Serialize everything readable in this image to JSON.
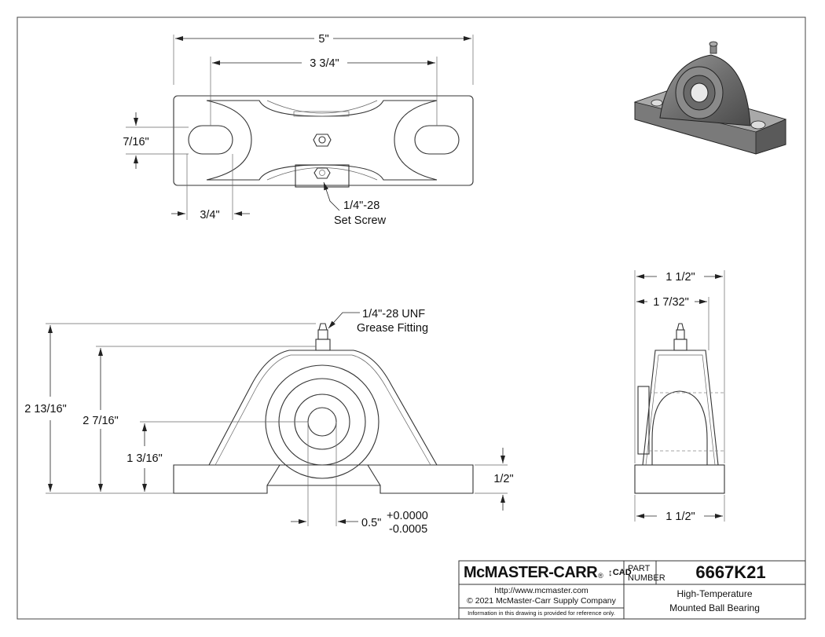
{
  "top_view": {
    "overall_length": "5\"",
    "slot_spacing": "3 3/4\"",
    "slot_width": "7/16\"",
    "slot_offset": "3/4\"",
    "set_screw_line1": "1/4\"-28",
    "set_screw_line2": "Set Screw"
  },
  "front_view": {
    "grease_line1": "1/4\"-28 UNF",
    "grease_line2": "Grease Fitting",
    "overall_height": "2 13/16\"",
    "shaft_center_height": "2 7/16\"",
    "base_to_center": "1 3/16\"",
    "base_thickness": "1/2\"",
    "bore": "0.5\"",
    "tol_plus": "+0.0000",
    "tol_minus": "-0.0005"
  },
  "side_view": {
    "width_top": "1 1/2\"",
    "insert_width": "1 7/32\"",
    "width_bottom": "1 1/2\""
  },
  "title_block": {
    "brand": "McMASTER-CARR",
    "registered": "®",
    "cad_tag": "CAD",
    "url": "http://www.mcmaster.com",
    "copyright": "© 2021 McMaster-Carr Supply Company",
    "disclaimer": "Information in this drawing is provided for reference only.",
    "part_label_1": "PART",
    "part_label_2": "NUMBER",
    "part_number": "6667K21",
    "desc_line1": "High-Temperature",
    "desc_line2": "Mounted Ball Bearing"
  }
}
